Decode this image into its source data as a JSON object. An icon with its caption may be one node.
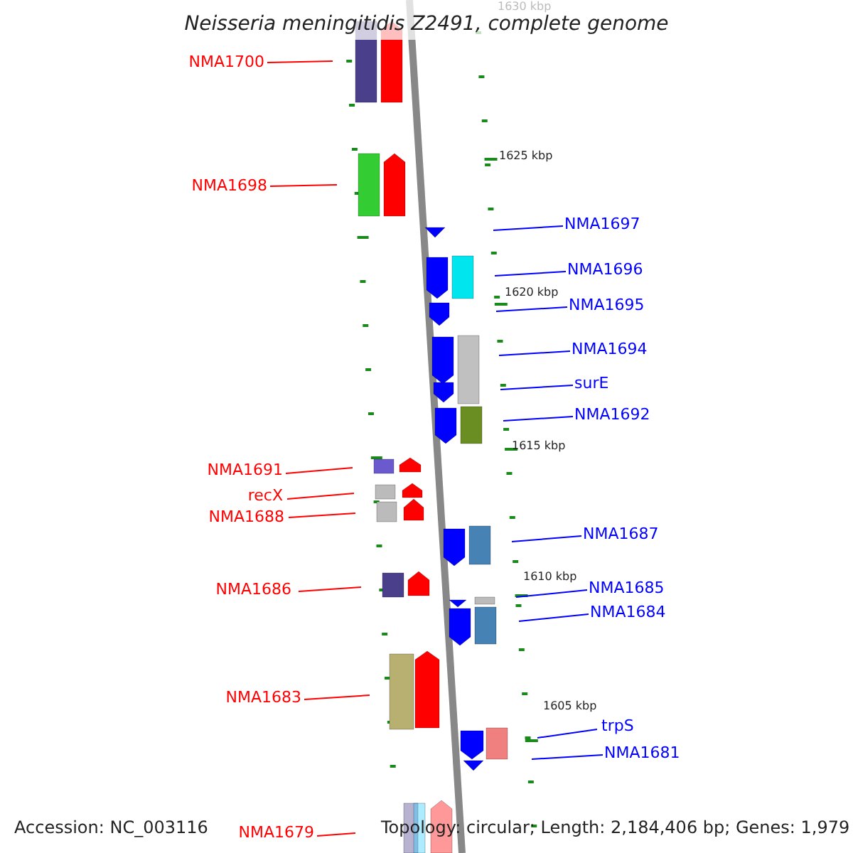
{
  "diagram": {
    "title": "Neisseria meningitidis Z2491, complete genome",
    "nodes": [
      {
        "text": [
          "NMA1700"
        ]
      },
      {
        "text": [
          "NMA1698"
        ]
      },
      {
        "text": [
          "NMA1697"
        ]
      },
      {
        "text": [
          "NMA1696"
        ]
      },
      {
        "text": [
          "NMA1695"
        ]
      },
      {
        "text": [
          "NMA1694"
        ]
      },
      {
        "text": [
          "surE"
        ]
      },
      {
        "text": [
          "NMA1692"
        ]
      },
      {
        "text": [
          "NMA1691"
        ]
      },
      {
        "text": [
          "recX"
        ]
      },
      {
        "text": [
          "NMA1688"
        ]
      },
      {
        "text": [
          "NMA1687"
        ]
      },
      {
        "text": [
          "NMA1686"
        ]
      },
      {
        "text": [
          "NMA1685"
        ]
      },
      {
        "text": [
          "NMA1684"
        ]
      },
      {
        "text": [
          "NMA1683"
        ]
      },
      {
        "text": [
          "trpS"
        ]
      },
      {
        "text": [
          "NMA1681"
        ]
      },
      {
        "text": [
          "NMA1679"
        ]
      }
    ],
    "edges": [
      {
        "from": 0,
        "to": null,
        "arrow": "none",
        "color": "#ff0000"
      },
      {
        "from": 1,
        "to": null,
        "arrow": "none",
        "color": "#ff0000"
      },
      {
        "from": 2,
        "to": null,
        "arrow": "none"
      },
      {
        "from": 3,
        "to": null,
        "arrow": "none"
      },
      {
        "from": 4,
        "to": null,
        "arrow": "none"
      },
      {
        "from": 5,
        "to": null,
        "arrow": "none"
      },
      {
        "from": 6,
        "to": null,
        "arrow": "none"
      },
      {
        "from": 7,
        "to": null,
        "arrow": "none"
      },
      {
        "from": 8,
        "to": null,
        "arrow": "none",
        "color": "#ff0000"
      },
      {
        "from": 9,
        "to": null,
        "arrow": "none",
        "color": "#ff0000"
      },
      {
        "from": 10,
        "to": null,
        "arrow": "none",
        "color": "#ff0000"
      },
      {
        "from": 11,
        "to": null,
        "arrow": "none"
      },
      {
        "from": 12,
        "to": null,
        "arrow": "none",
        "color": "#ff0000"
      },
      {
        "from": 13,
        "to": null,
        "arrow": "none"
      },
      {
        "from": 14,
        "to": null,
        "arrow": "none"
      },
      {
        "from": 15,
        "to": null,
        "arrow": "none",
        "color": "#ff0000"
      },
      {
        "from": 16,
        "to": null,
        "arrow": "none"
      },
      {
        "from": 17,
        "to": null,
        "arrow": "none"
      },
      {
        "from": 18,
        "to": null,
        "arrow": "none",
        "color": "#ff0000"
      }
    ],
    "labels": [
      "1630 kbp",
      "1625 kbp",
      "1620 kbp",
      "1615 kbp",
      "1610 kbp",
      "1605 kbp",
      "Accession: NC_003116",
      "Topology: circular; Length: 2,184,406 bp; Genes: 1,979"
    ]
  }
}
